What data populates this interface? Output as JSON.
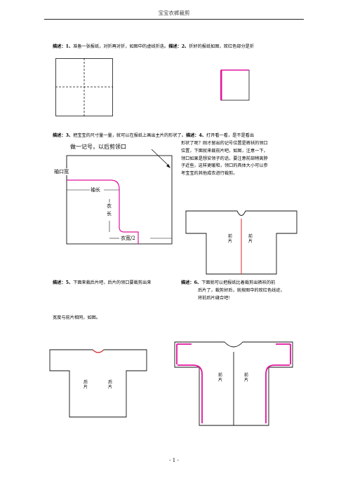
{
  "header": {
    "title": "宝宝衣裤裁剪",
    "page_number": "- 1 -"
  },
  "steps": {
    "s1": {
      "prefix": "描述：",
      "num": "1、",
      "text": "准备一张报纸，对折再对折，如图中的虚线折迭。"
    },
    "s2": {
      "prefix": "描述：",
      "num": "2、",
      "text": "折好的报纸如图，玫红色部分是折"
    },
    "s3": {
      "prefix": "描述：",
      "num": "3、",
      "text": "把宝宝的尺寸量一量，就可以在报纸上画出主片的形状了。"
    },
    "s4": {
      "prefix": "描述：",
      "num": "4、",
      "text_first": "打开看一看，是不是看出",
      "lines": [
        "形状了呢？刚才留出的记号位置是裤袄的领口",
        "位置，下面就来裁前片吧，如图，注意一下，",
        "领口如果是想安领子的话，要注意前部稍离脖",
        "子近些，这样更暖和，领口的具体大小可以参",
        "考宝宝的其他成衣进行裁剪。"
      ]
    },
    "s5": {
      "prefix": "描述：",
      "num": "5、",
      "text": "下面来裁后片吧，后片的领口要裁剪出来",
      "cont": "宽度与前片相同，如图。"
    },
    "s6": {
      "prefix": "描述：",
      "num": "6、",
      "text_first": "下面就可以把报纸比着裁剪出裤袄的前",
      "lines": [
        "后片了，裁剪好后，就按图中的玫红色线迹，",
        "将前后片缝合吧！"
      ]
    }
  },
  "diagram3": {
    "mark_label": "做一记号，以后剪领口",
    "cuff_label": "袖口宽",
    "sleeve_label": "袖长",
    "length_label_1": "衣",
    "length_label_2": "长",
    "width_label": "衣宽/2"
  },
  "garments": {
    "front": {
      "left": "前",
      "left2": "片",
      "right": "前",
      "right2": "片"
    },
    "back": {
      "left": "后",
      "left2": "片",
      "right": "后",
      "right2": "片"
    },
    "sewn": {
      "left": "前",
      "left2": "片",
      "right": "前",
      "right2": "片"
    }
  },
  "colors": {
    "accent": "#e0139e",
    "seam": "#e0139e",
    "center_line": "#d7262c",
    "line": "#111111"
  }
}
